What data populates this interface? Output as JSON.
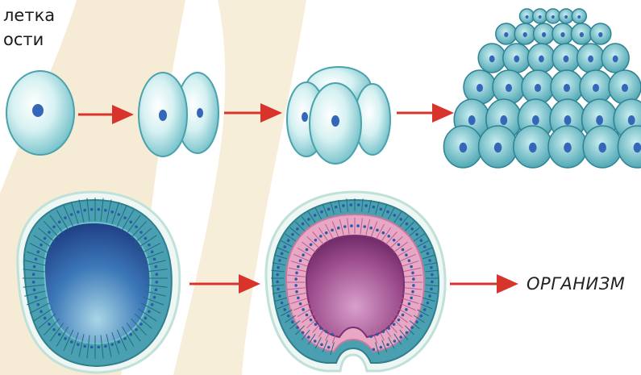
{
  "caption": {
    "line1": "летка",
    "line2": "ости"
  },
  "result_label": "ОРГАНИЗМ",
  "stages": [
    {
      "id": "zygote",
      "cells": 1
    },
    {
      "id": "two-cell",
      "cells": 2
    },
    {
      "id": "four-cell",
      "cells": 4
    },
    {
      "id": "morula",
      "cells": 32
    },
    {
      "id": "blastula",
      "layers": 1
    },
    {
      "id": "gastrula",
      "layers": 2
    }
  ],
  "colors": {
    "band": "#f3e7c6",
    "cell_fill": "#bfe8ea",
    "cell_edge": "#5fb3bb",
    "nucleus": "#3566b8",
    "arrow": "#d9342b",
    "ectoderm": "#4fa5b2",
    "endoderm": "#e9a7c6",
    "blastula_cavity": "#2f5da8",
    "gastrula_cavity": "#8a3d7d"
  }
}
